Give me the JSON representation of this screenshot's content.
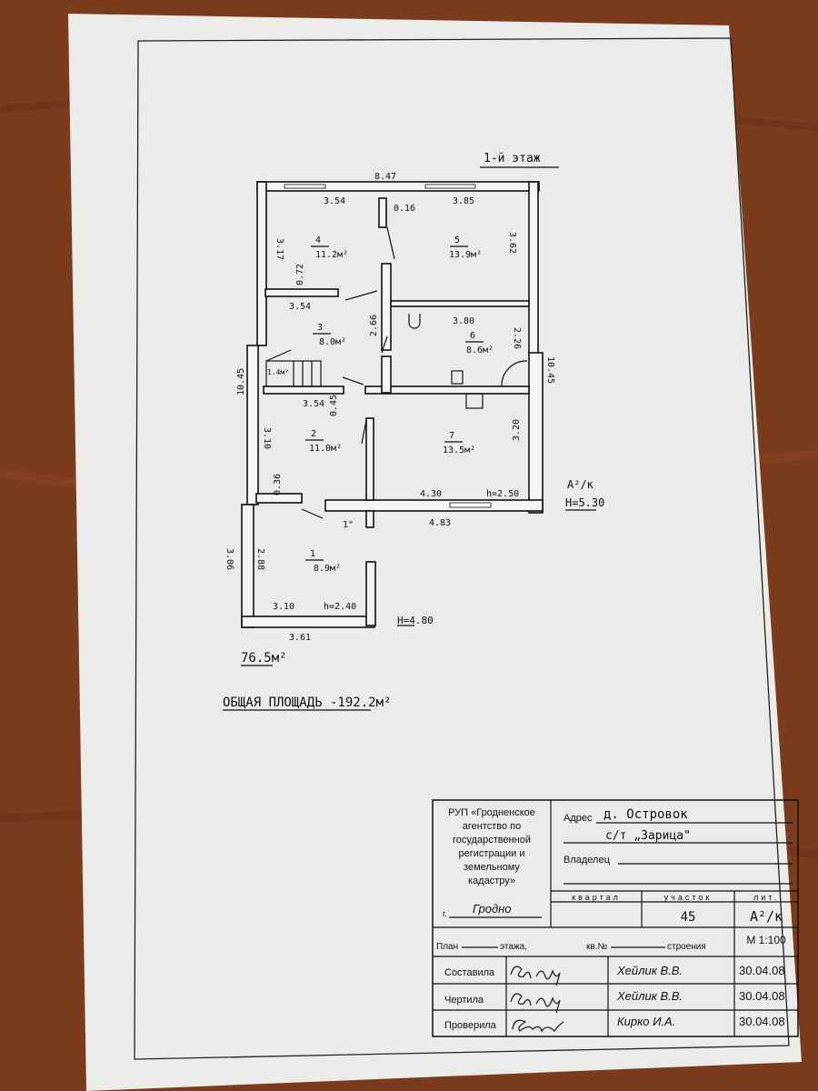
{
  "plan": {
    "floor_title": "1-й этаж",
    "dims": {
      "top_total": "8.47",
      "top_left": "3.54",
      "top_right": "3.85",
      "partition": "0.16",
      "left_top": "3.17",
      "right_top": "3.62",
      "p_0_72": "0.72",
      "mid_3_54": "3.54",
      "mid_2_66": "2.66",
      "mid_3_80": "3.80",
      "right_2_26": "2.26",
      "left_total": "10.45",
      "right_total": "10.45",
      "low_3_54": "3.54",
      "low_0_45": "0.45",
      "left_3_10": "3.10",
      "right_3_20": "3.20",
      "p_0_36": "0.36",
      "bottom_4_30": "4.30",
      "bottom_h": "h=2.50",
      "bottom_4_83": "4.83",
      "vest_left": "3.06",
      "vest_inner": "2.88",
      "vest_3_10": "3.10",
      "vest_h": "h=2.40",
      "vest_bottom": "3.61",
      "vest_H": "H=4.80",
      "entrance_mark": "1\""
    },
    "rooms": [
      {
        "num": "1",
        "area": "8.9м²"
      },
      {
        "num": "2",
        "area": "11.0м²"
      },
      {
        "num": "3",
        "area": "8.0м²"
      },
      {
        "num": "4",
        "area": "11.2м²"
      },
      {
        "num": "5",
        "area": "13.9м²"
      },
      {
        "num": "6",
        "area": "8.6м²"
      },
      {
        "num": "7",
        "area": "13.5м²"
      }
    ],
    "stair_area": "1.4м²",
    "litera": "А²/к",
    "height_H": "H=5.30",
    "floor_area": "76.5м²",
    "total_area": "ОБЩАЯ ПЛОЩАДЬ -192.2м²"
  },
  "title_block": {
    "org": [
      "РУП «Гродненское",
      "агентство по",
      "государственной",
      "регистрации и",
      "земельному",
      "кадастру»"
    ],
    "city_prefix": "г.",
    "city": "Гродно",
    "address_label": "Адрес",
    "address_line1": "д. Островок",
    "address_line2": "с/т „Зарица\"",
    "owner_label": "Владелец",
    "kvartal_label": "квартал",
    "uchastok_label": "участок",
    "lit_label": "лит.",
    "uchastok_value": "45",
    "lit_value": "А²/к",
    "plan_label": "План",
    "floor_label": "этажа,",
    "apt_label": "кв.№",
    "building_label": "строения",
    "scale": "М 1:100",
    "rows": [
      {
        "role": "Составила",
        "name": "Хейлик В.В.",
        "date": "30.04.08"
      },
      {
        "role": "Чертила",
        "name": "Хейлик В.В.",
        "date": "30.04.08"
      },
      {
        "role": "Проверила",
        "name": "Кирко И.А.",
        "date": "30.04.08"
      }
    ]
  }
}
